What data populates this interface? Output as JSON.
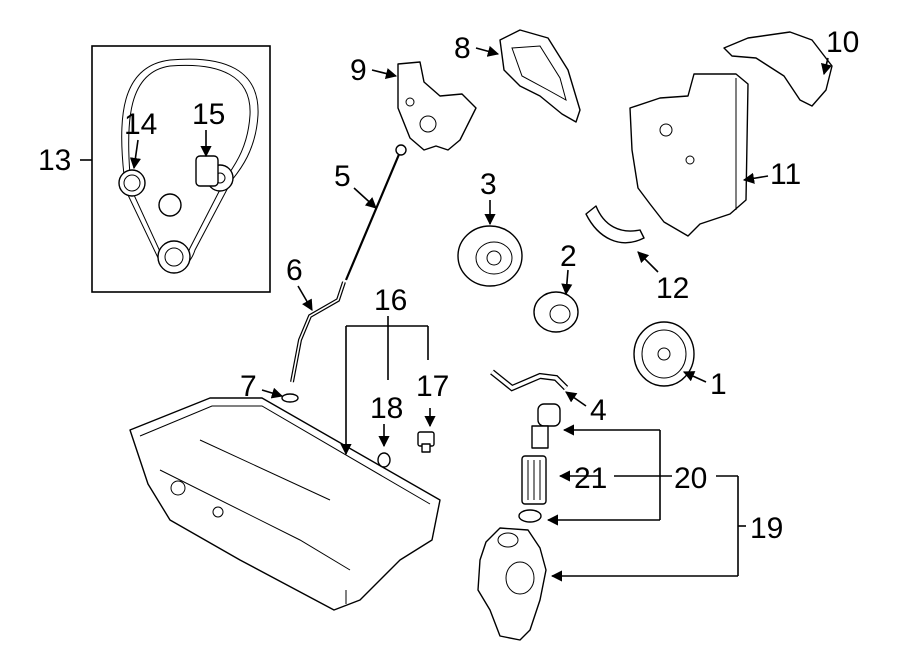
{
  "diagram": {
    "inset_label": "13",
    "callouts": [
      {
        "id": "c1",
        "text": "1"
      },
      {
        "id": "c2",
        "text": "2"
      },
      {
        "id": "c3",
        "text": "3"
      },
      {
        "id": "c4",
        "text": "4"
      },
      {
        "id": "c5",
        "text": "5"
      },
      {
        "id": "c6",
        "text": "6"
      },
      {
        "id": "c7",
        "text": "7"
      },
      {
        "id": "c8",
        "text": "8"
      },
      {
        "id": "c9",
        "text": "9"
      },
      {
        "id": "c10",
        "text": "10"
      },
      {
        "id": "c11",
        "text": "11"
      },
      {
        "id": "c12",
        "text": "12"
      },
      {
        "id": "c13",
        "text": "13"
      },
      {
        "id": "c14",
        "text": "14"
      },
      {
        "id": "c15",
        "text": "15"
      },
      {
        "id": "c16",
        "text": "16"
      },
      {
        "id": "c17",
        "text": "17"
      },
      {
        "id": "c18",
        "text": "18"
      },
      {
        "id": "c19",
        "text": "19"
      },
      {
        "id": "c20",
        "text": "20"
      },
      {
        "id": "c21",
        "text": "21"
      }
    ]
  }
}
